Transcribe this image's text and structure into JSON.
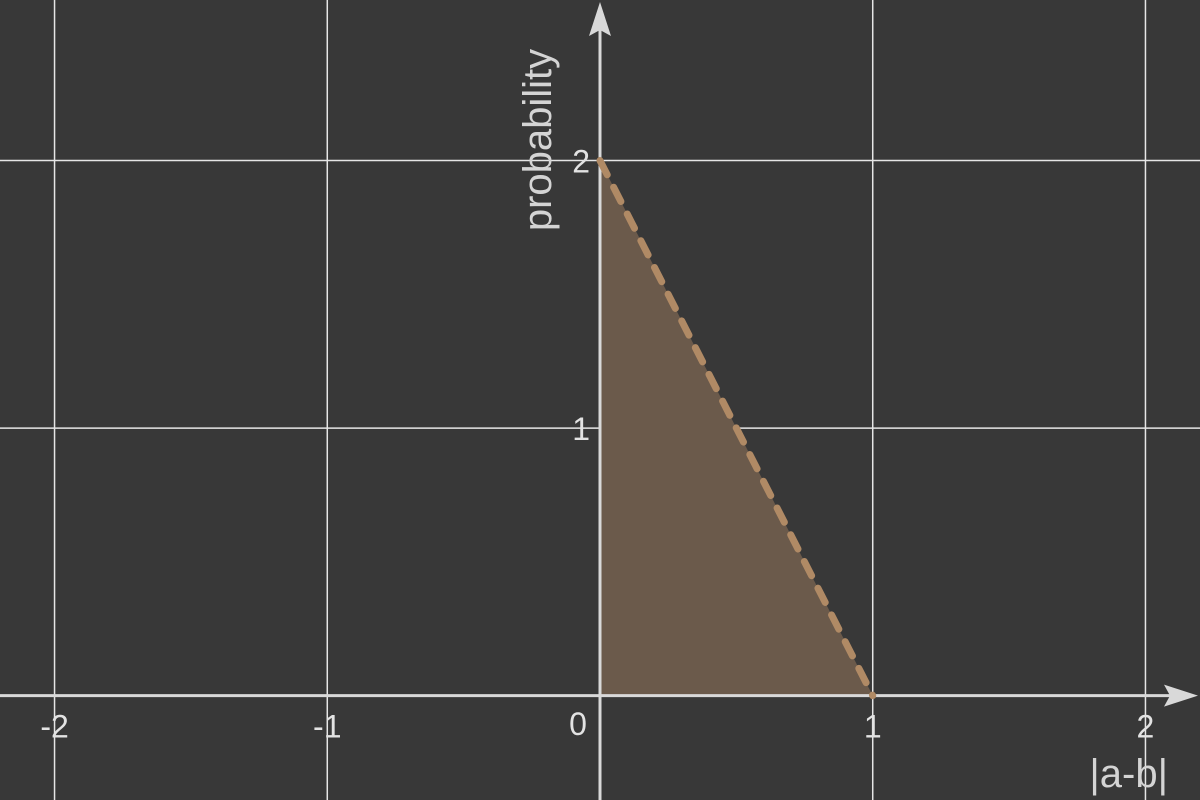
{
  "chart_data": {
    "type": "area",
    "xlabel": "|a-b|",
    "ylabel": "probability",
    "xlim": [
      -2.2,
      2.2
    ],
    "ylim": [
      -0.39,
      2.6
    ],
    "x_ticks": [
      {
        "value": -2,
        "label": "-2"
      },
      {
        "value": -1,
        "label": "-1"
      },
      {
        "value": 1,
        "label": "1"
      },
      {
        "value": 2,
        "label": "2"
      }
    ],
    "y_ticks": [
      {
        "value": 1,
        "label": "1"
      },
      {
        "value": 2,
        "label": "2"
      }
    ],
    "origin_label": "0",
    "grid": true,
    "series": [
      {
        "x": [
          0,
          1
        ],
        "y": [
          2,
          0
        ],
        "line_style": "dashed",
        "filled": true
      }
    ],
    "colors": {
      "background": "#383838",
      "grid": "#e6e6e6",
      "axis": "#d9d9d9",
      "line": "#b08a65",
      "fill": "#6b5a4b"
    }
  }
}
